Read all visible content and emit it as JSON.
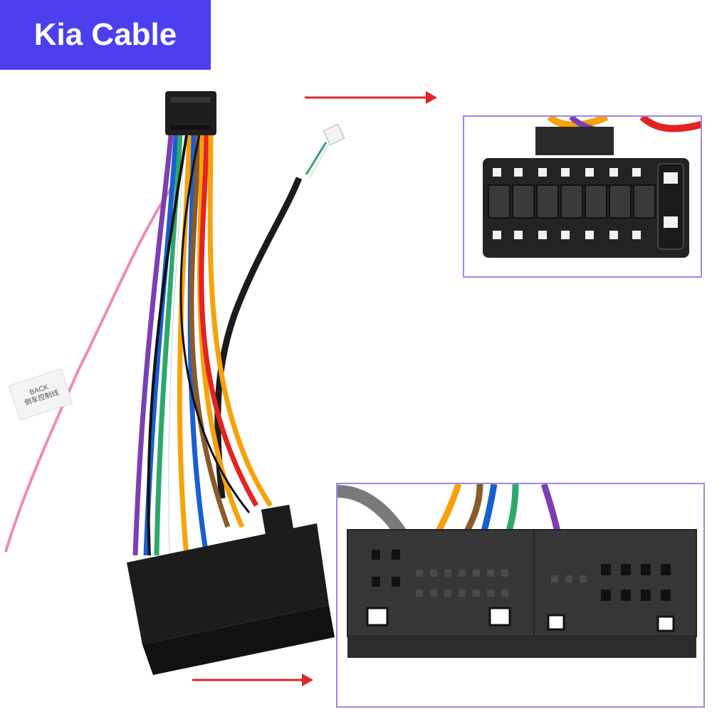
{
  "title": "Kia Cable",
  "wire_tag": {
    "line1": "BACK",
    "line2": "倒车控制线"
  },
  "colors": {
    "badge": "#4b3ff0",
    "inset_border": "#9b87e8",
    "arrow": "#e0242c",
    "connector": "#1e1e1e",
    "wires": [
      "#f7a20a",
      "#7b3fb5",
      "#1a5fd1",
      "#2da86b",
      "#e32222",
      "#8a5a2b",
      "#f08bb0",
      "#ffffff",
      "#8c8c8c",
      "#111111"
    ]
  }
}
